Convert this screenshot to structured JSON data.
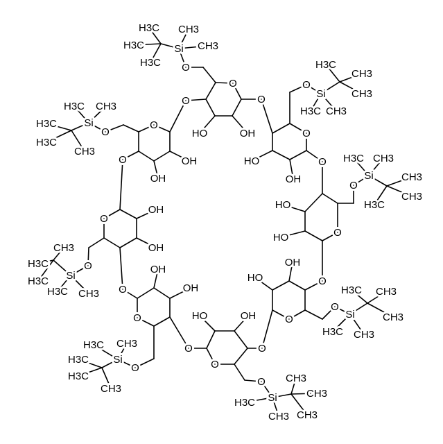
{
  "molecule": {
    "atom_labels": {
      "AO": "O",
      "AO6": "O",
      "ASi": "Si",
      "AM1": "CH3",
      "AM2": "CH3",
      "AT1": "H3C",
      "AT2": "H3C",
      "AT3": "H3C",
      "AH2": "OH",
      "AH3": "HO",
      "AX": "O",
      "BO": "O",
      "BO6": "O",
      "BSi": "Si",
      "BT1": "H3C",
      "BT2": "CH3",
      "BT3": "CH3",
      "BM1": "H3C",
      "BM2": "CH3",
      "BH2": "OH",
      "BH3": "HO",
      "BX": "O",
      "CO": "O",
      "CO6": "O",
      "CSi": "Si",
      "CM1": "H3C",
      "CM2": "CH3",
      "CT1": "CH3",
      "CT2": "CH3",
      "CT3": "H3C",
      "CH3": "HO",
      "CH2": "HO",
      "CX": "O",
      "DO": "O",
      "DO6": "O",
      "DSi": "Si",
      "DT1": "H3C",
      "DT2": "CH3",
      "DT3": "CH3",
      "DM1": "H3C",
      "DM2": "CH3",
      "DH3": "OH",
      "DH2": "HO",
      "DX": "O",
      "EO": "O",
      "EO6": "O",
      "ESi": "Si",
      "EM1": "H3C",
      "EM2": "CH3",
      "ET1": "CH3",
      "ET2": "CH3",
      "ET3": "CH3",
      "EH3": "OH",
      "EH2": "HO",
      "EX": "O",
      "FO": "O",
      "FO6": "O",
      "FSi": "Si",
      "FM1": "H3C",
      "FM2": "CH3",
      "FT1": "H3C",
      "FT2": "H3C",
      "FT3": "CH3",
      "FH2": "OH",
      "FH3": "OH",
      "FX": "O",
      "GO": "O",
      "GO6": "O",
      "GSi": "Si",
      "GT1": "CH3",
      "GT2": "H3C",
      "GT3": "H3C",
      "GM1": "H3C",
      "GM2": "CH3",
      "GH2": "OH",
      "GH3": "OH",
      "GX": "O",
      "HO": "O",
      "HO6": "O",
      "HSi": "Si",
      "HM1": "H3C",
      "HM2": "CH3",
      "HT1": "H3C",
      "HT2": "H3C",
      "HT3": "CH3",
      "HH2": "OH",
      "HH3": "OH",
      "HX": "O"
    }
  }
}
